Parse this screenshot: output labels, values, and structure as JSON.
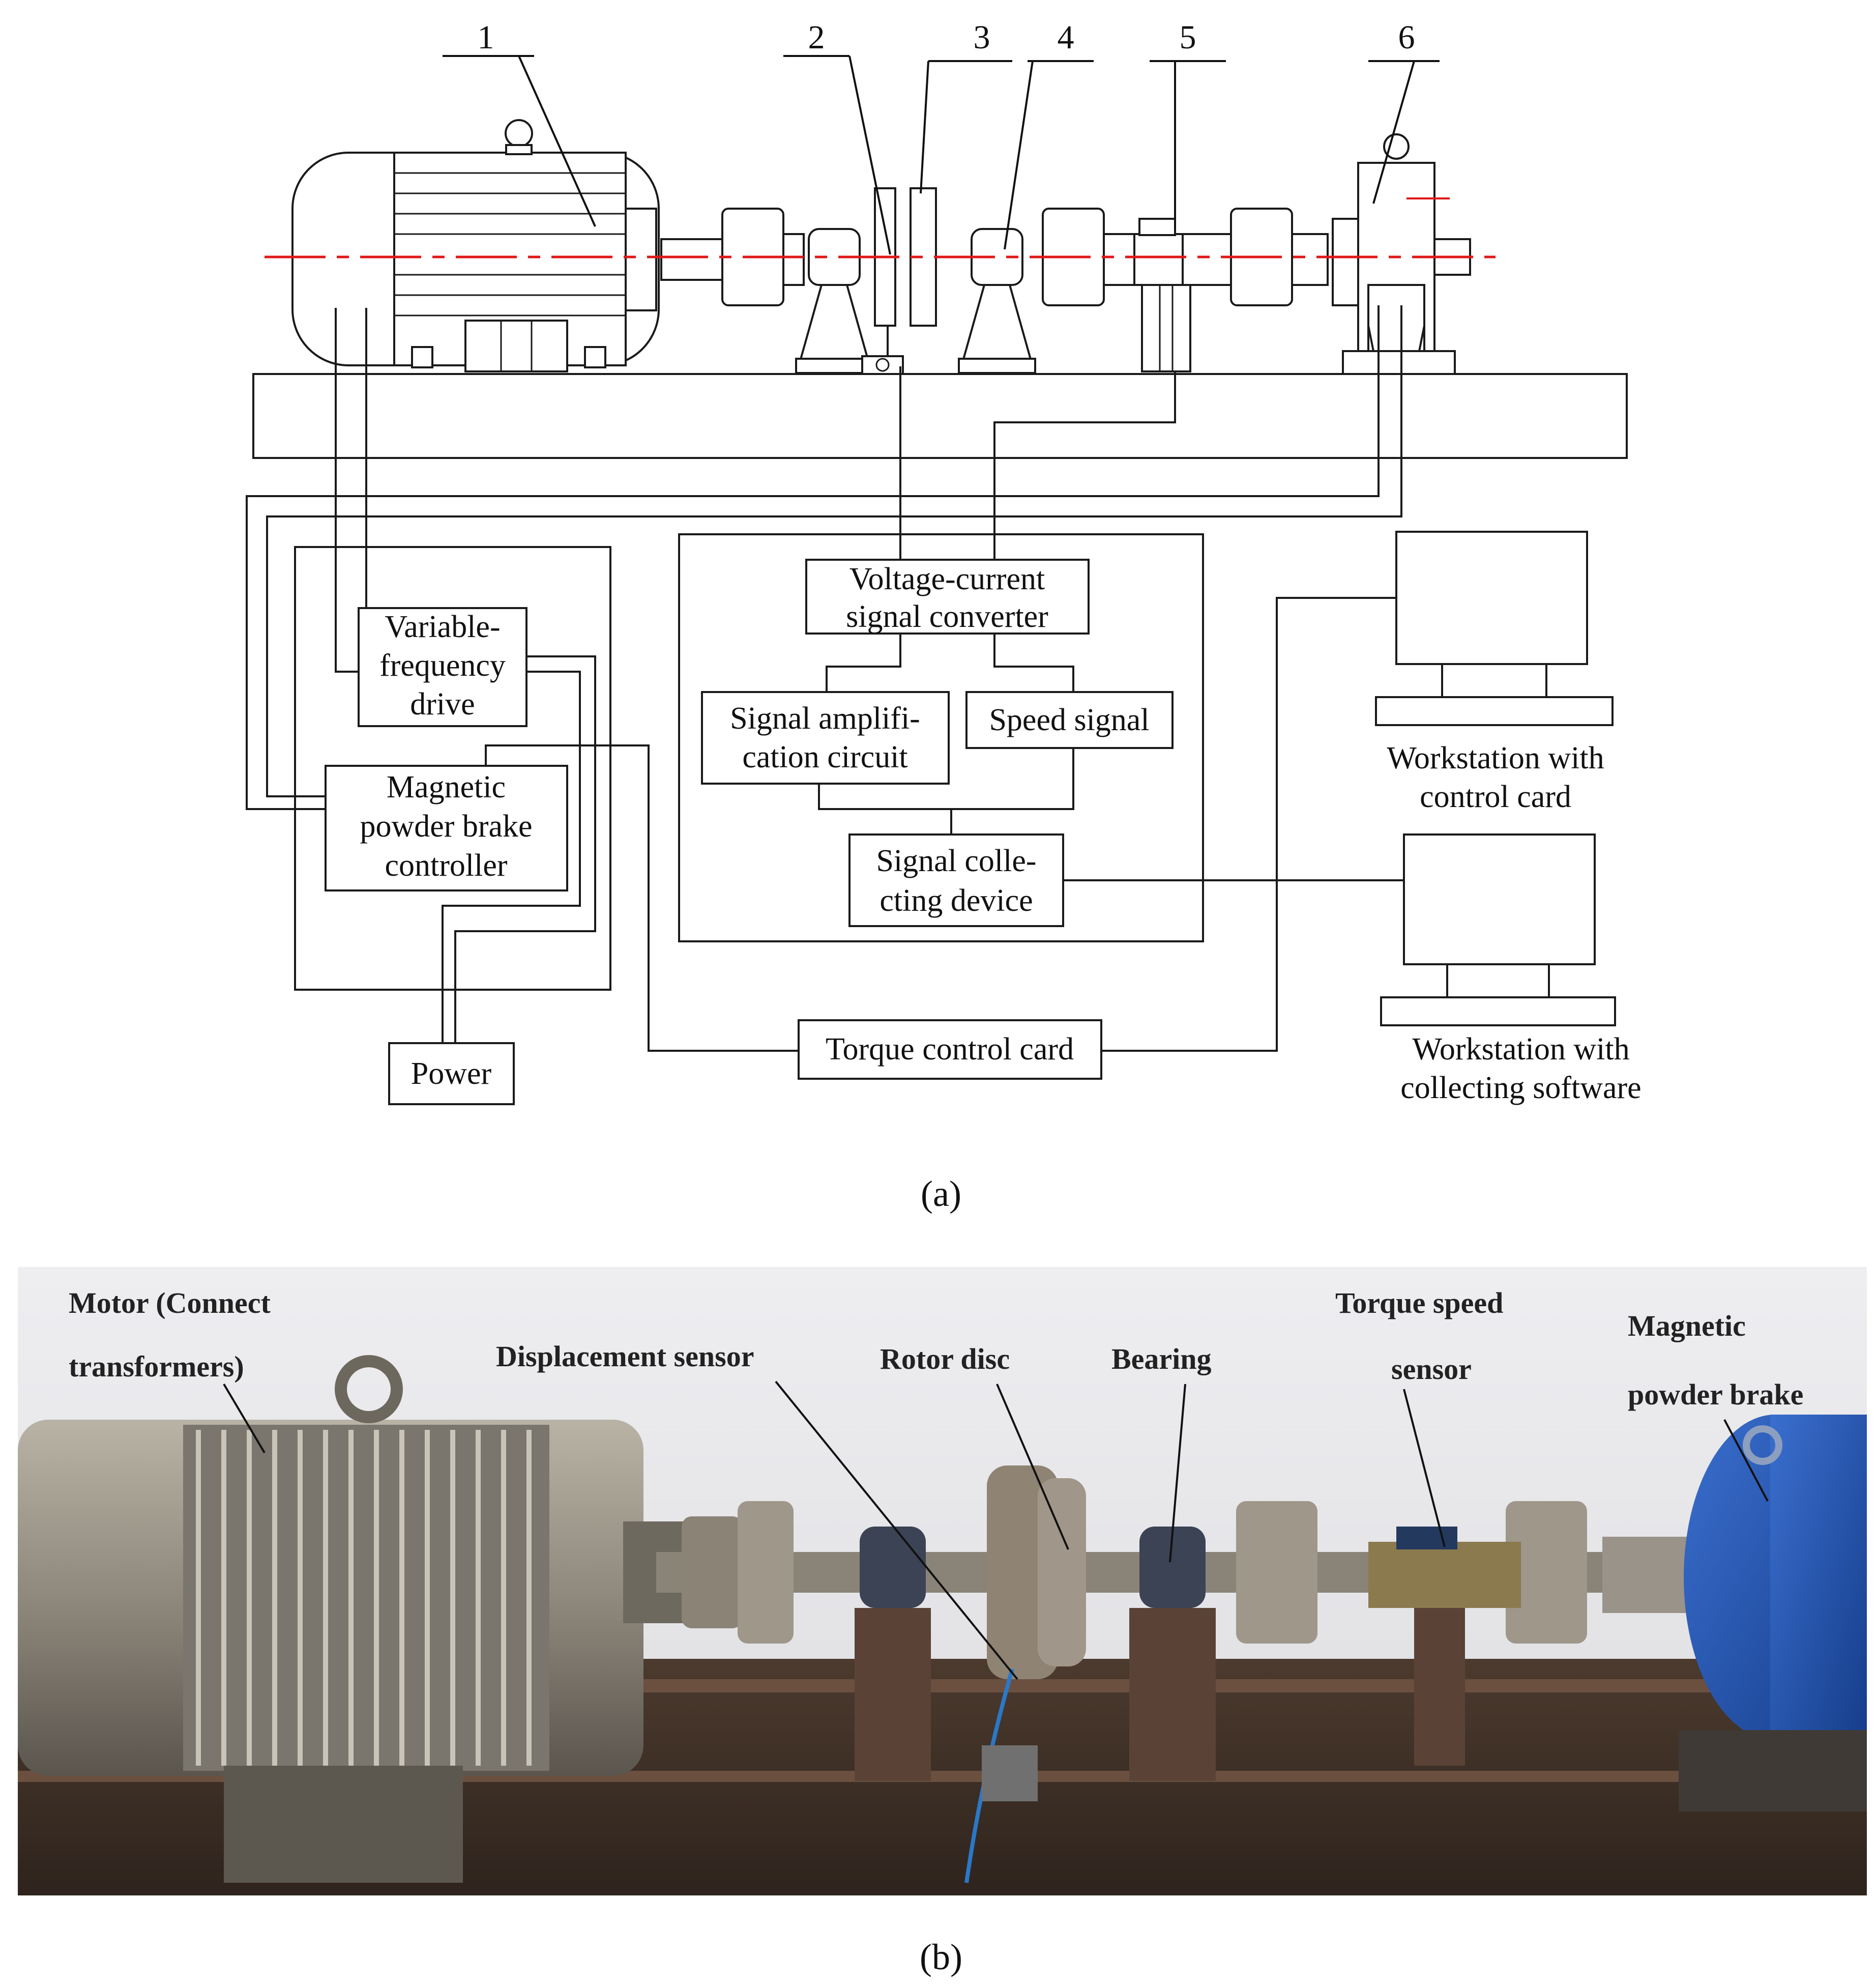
{
  "figure_a": {
    "caption": "(a)",
    "part_numbers": [
      "1",
      "2",
      "3",
      "4",
      "5",
      "6"
    ],
    "blocks": {
      "vfd": [
        "Variable-",
        "frequency",
        "drive"
      ],
      "mpb_controller": [
        "Magnetic",
        "powder brake",
        "controller"
      ],
      "power": [
        "Power"
      ],
      "vc_converter": [
        "Voltage-current",
        "signal converter"
      ],
      "signal_amp": [
        "Signal amplifi-",
        "cation circuit"
      ],
      "speed_signal": [
        "Speed signal"
      ],
      "signal_collecting": [
        "Signal colle-",
        "cting device"
      ],
      "torque_card": [
        "Torque control card"
      ],
      "ws_control": [
        "Workstation with",
        "control card"
      ],
      "ws_collect": [
        "Workstation with",
        "collecting software"
      ]
    }
  },
  "figure_b": {
    "caption": "(b)",
    "labels": {
      "motor": [
        "Motor (Connect",
        "transformers)"
      ],
      "displacement": [
        "Displacement sensor"
      ],
      "rotor": [
        "Rotor disc"
      ],
      "bearing": [
        "Bearing"
      ],
      "torque_speed": [
        "Torque speed",
        "sensor"
      ],
      "brake": [
        "Magnetic",
        "powder brake"
      ]
    }
  },
  "colors": {
    "line": "#1a1a1a",
    "centerline": "#e01818",
    "brake_blue": "#1f4fa8",
    "metal": "#9a9488",
    "wall": "#e9e9ec",
    "rust": "#6a4a38"
  }
}
